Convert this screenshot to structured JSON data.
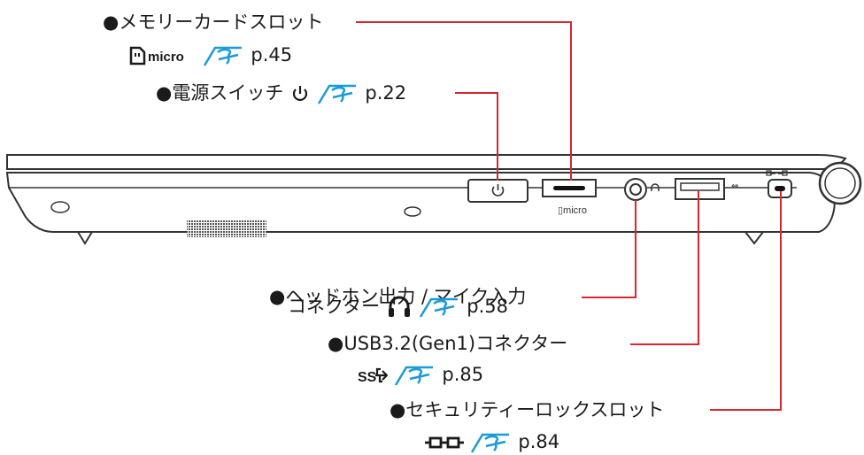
{
  "labels": {
    "memory_card": {
      "title": "●メモリーカードスロット",
      "icon": "microsd-icon",
      "ref": "p.45"
    },
    "power": {
      "title": "●電源スイッチ",
      "icon": "power-icon",
      "ref": "p.22"
    },
    "headphone": {
      "title": "●ヘッドホン出力 / マイク入力",
      "title2": "コネクター",
      "icon": "headset-icon",
      "ref": "p.58"
    },
    "usb": {
      "title": "●USB3.2(Gen1)コネクター",
      "icon": "usb-icon",
      "ref": "p.85"
    },
    "security": {
      "title": "●セキュリティーロックスロット",
      "icon": "security-lock-icon",
      "ref": "p.84"
    }
  },
  "ref_icon": "page-reference-icon",
  "colors": {
    "leader_line": "#d6262f",
    "ref_icon": "#1a9bd8",
    "outline": "#333333",
    "text": "#1a1a1a"
  }
}
